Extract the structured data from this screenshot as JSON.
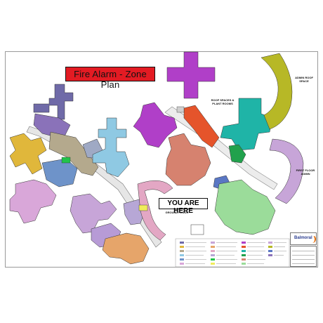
{
  "title": "Fire Alarm - Zone Plan",
  "you_are_here": "YOU ARE HERE",
  "floor_labels": {
    "ground_floor": "GROUND FLOOR",
    "first_floor_admin": "FIRST FLOOR ADMIN",
    "roof_spaces": "ROOF SPACES & PLANT ROOMS",
    "admin_roof_space": "ADMIN ROOF SPACE"
  },
  "logo": "Balmoral",
  "colors": {
    "title_banner": "#e31b23",
    "magenta": "#b03fc8",
    "purple": "#9466b9",
    "navy_purple": "#6f6aa8",
    "olive": "#b7b826",
    "orange_red": "#e5542b",
    "teal": "#1fb4a7",
    "green": "#21a14c",
    "terracotta": "#d6826f",
    "mint": "#9bdc9a",
    "lavender": "#c7a5d8",
    "pink": "#e3a7c4",
    "light_blue": "#8fc9e3",
    "blue": "#6e93c9",
    "gold": "#e0b73b",
    "khaki": "#b4a98d",
    "orange": "#f0a35a",
    "corridor": "#e9e9e9"
  }
}
